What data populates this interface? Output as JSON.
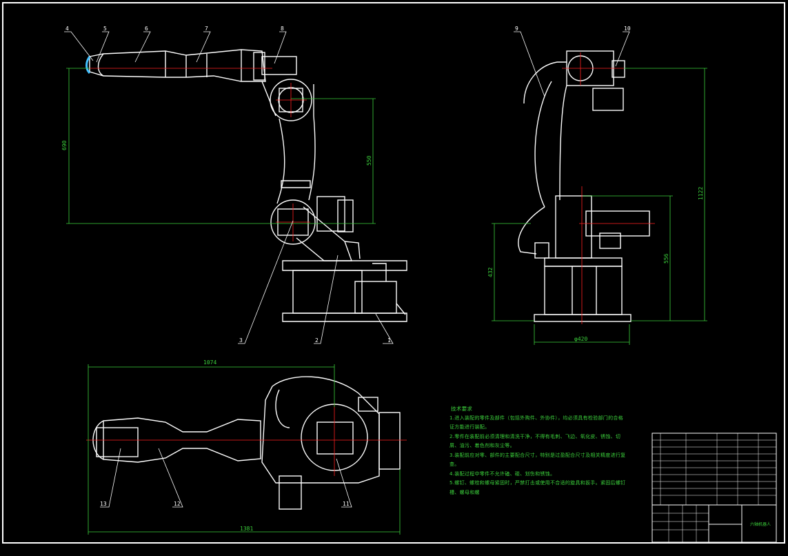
{
  "drawing": {
    "dimensions": {
      "side_height": "690",
      "side_upper": "550",
      "rear_total": "1122",
      "rear_lower": "556",
      "rear_left": "432",
      "rear_base_width": "φ420",
      "top_width": "1074",
      "top_total": "1381"
    },
    "part_labels": [
      "1",
      "2",
      "3",
      "4",
      "5",
      "6",
      "7",
      "8",
      "9",
      "10",
      "11",
      "12",
      "13"
    ],
    "tech_notes": {
      "title": "技术要求",
      "lines": [
        "1.进入装配的零件及部件（包括外购件、外协件），均必须具有检验部门的合格",
        "证方能进行装配。",
        "2.零件在装配前必须清理和清洗干净，不得有毛刺、飞边、氧化皮、锈蚀、切",
        "屑、油污、着色剂和灰尘等。",
        "3.装配前应对零、部件的主要配合尺寸，特别是过盈配合尺寸及相关精度进行复",
        "查。",
        "4.装配过程中零件不允许磕、碰、划伤和锈蚀。",
        "5.螺钉、螺栓和螺母紧固时，严禁打击或使用不合适的旋具和扳手。紧固后螺钉",
        "槽、螺母和螺"
      ]
    },
    "title_block": {
      "drawing_name": "六轴机器人"
    },
    "colors": {
      "background": "#000000",
      "geometry": "#ffffff",
      "dimension": "#3cd23c",
      "center_line": "#ff2020",
      "highlight": "#40c0ff"
    }
  }
}
